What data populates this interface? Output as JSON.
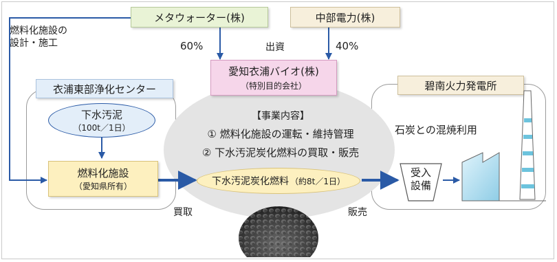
{
  "companies": {
    "meta_water": "メタウォーター(株)",
    "chubu_electric": "中部電力(株)",
    "aichi_kinura": "愛知衣浦バイオ(株)",
    "aichi_kinura_sub": "（特別目的会社）"
  },
  "facilities": {
    "kinura_center": "衣浦東部浄化センター",
    "hekinan_plant": "碧南火力発電所",
    "fuel_facility": "燃料化施設",
    "fuel_facility_sub": "（愛知県所有）",
    "receiving_line1": "受入",
    "receiving_line2": "設備"
  },
  "sludge": {
    "label": "下水汚泥",
    "amount": "（100t／1日）"
  },
  "fuel": {
    "label": "下水汚泥炭化燃料",
    "amount": "（約8t／1日）"
  },
  "business": {
    "title": "【事業内容】",
    "item1": "① 燃料化施設の運転・維持管理",
    "item2": "② 下水汚泥炭化燃料の買取・販売"
  },
  "labels": {
    "design_line1": "燃料化施設の",
    "design_line2": "設計・施工",
    "investment": "出資",
    "share_meta": "60%",
    "share_chubu": "40%",
    "purchase": "買取",
    "sale": "販売",
    "co_firing": "石炭との混焼利用"
  },
  "colors": {
    "green_box": "#e9f3d6",
    "beige_box": "#f7efdc",
    "pink_box": "#f6d6ea",
    "blue_label": "#e3eef9",
    "yellow_box": "#fdf0bf",
    "arrow": "#2a5aa6",
    "ellipse_gray": "#e4e4e4"
  }
}
